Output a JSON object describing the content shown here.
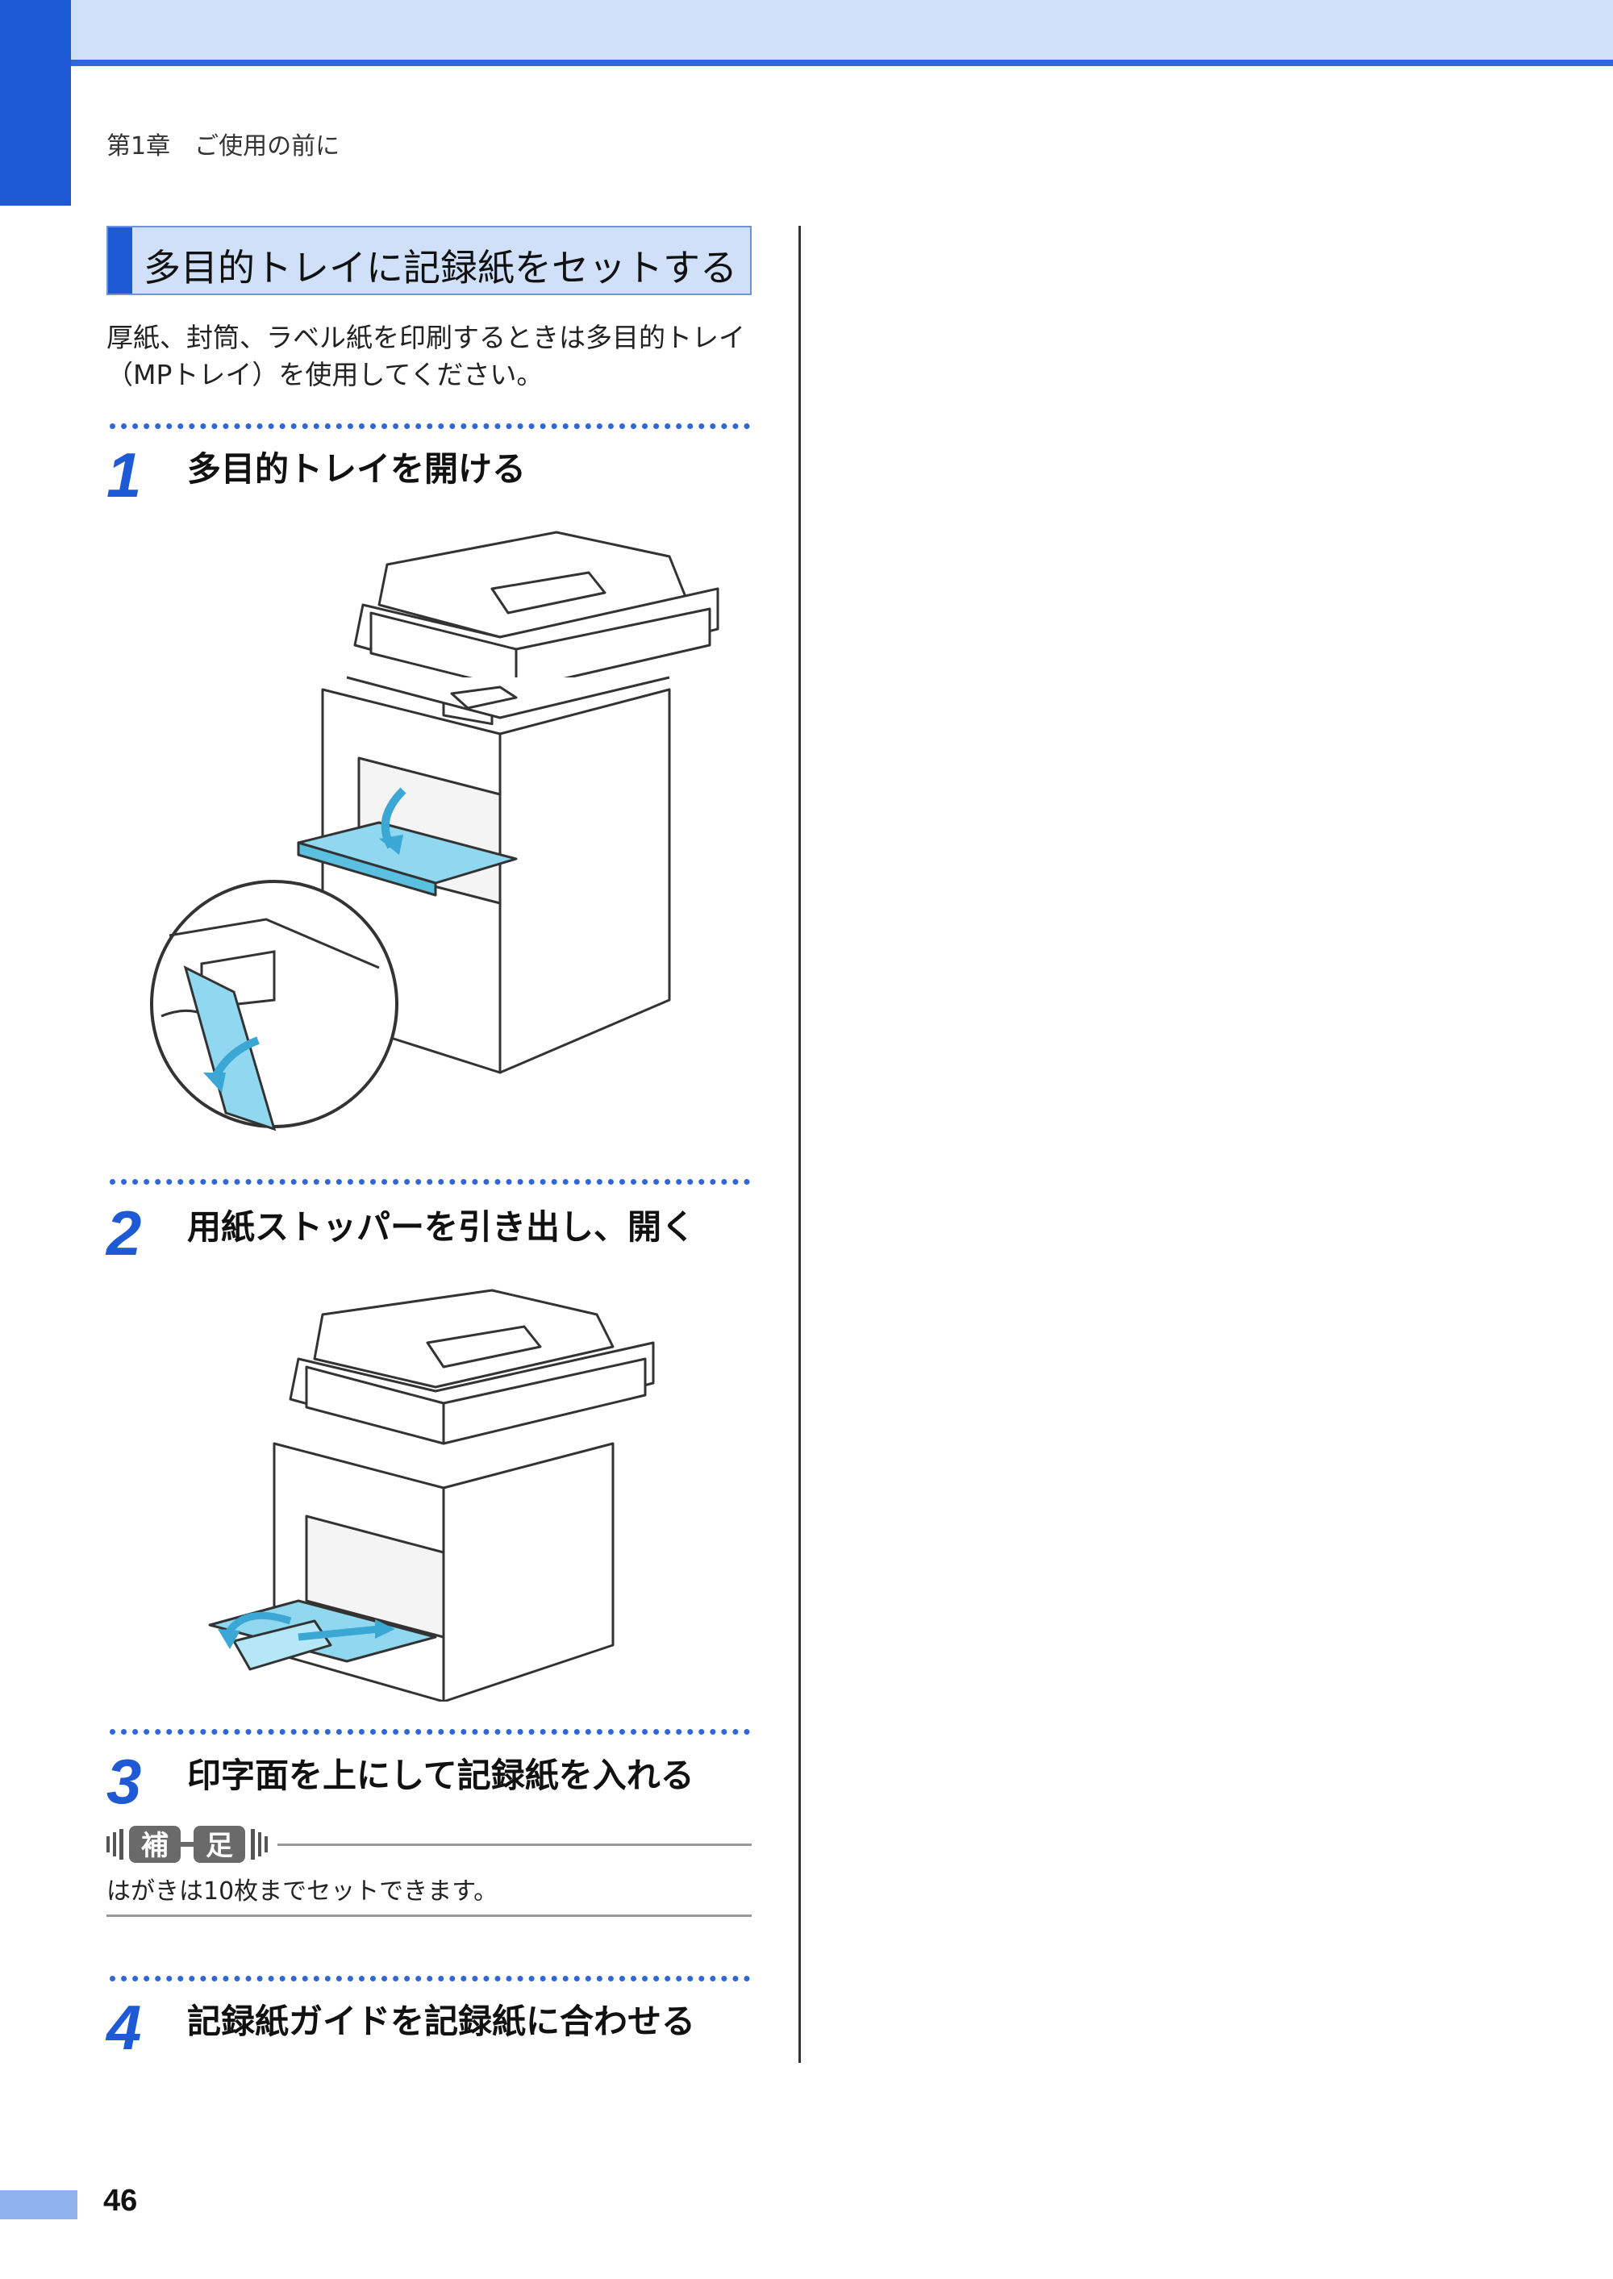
{
  "header": {
    "chapter": "第1章　ご使用の前に"
  },
  "section": {
    "title": "多目的トレイに記録紙をセットする",
    "intro": "厚紙、封筒、ラベル紙を印刷するときは多目的トレイ（MPトレイ）を使用してください。"
  },
  "steps": [
    {
      "number": "1",
      "text": "多目的トレイを開ける"
    },
    {
      "number": "2",
      "text": "用紙ストッパーを引き出し、開く"
    },
    {
      "number": "3",
      "text": "印字面を上にして記録紙を入れる"
    },
    {
      "number": "4",
      "text": "記録紙ガイドを記録紙に合わせる"
    }
  ],
  "note": {
    "badge": "補足",
    "text": "はがきは10枚までセットできます。"
  },
  "footer": {
    "page_number": "46"
  },
  "colors": {
    "accent": "#1e5ad6",
    "band": "#cfe0f8",
    "tray": "#8fd8ef"
  }
}
